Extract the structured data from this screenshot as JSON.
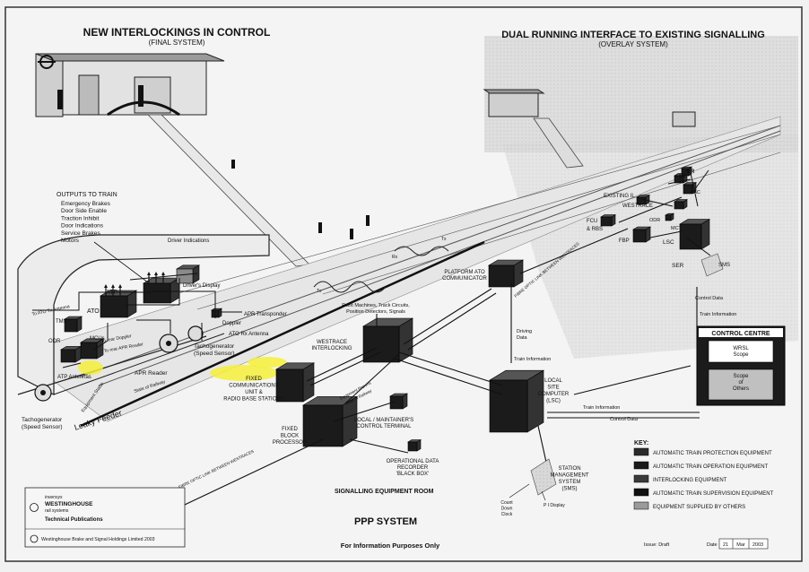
{
  "titles": {
    "left": "NEW INTERLOCKINGS IN CONTROL",
    "left_sub": "(FINAL SYSTEM)",
    "right": "DUAL RUNNING INTERFACE TO EXISTING SIGNALLING",
    "right_sub": "(OVERLAY SYSTEM)",
    "ppp": "PPP SYSTEM",
    "info": "For Information Purposes Only",
    "room": "SIGNALLING EQUIPMENT ROOM"
  },
  "outputs": {
    "title": "OUTPUTS TO TRAIN",
    "items": [
      "Emergency Brakes",
      "Door Side Enable",
      "Traction Inhibit",
      "Door Indications",
      "Service Brakes",
      "Motors"
    ]
  },
  "train_labels": {
    "driver_indications": "Driver Indications",
    "drivers_display": "Driver's Display",
    "ato_tx": "To ATO Tx Antenna",
    "atp": "ATP",
    "ato": "ATO",
    "tms": "TMS",
    "odr": "ODR",
    "to_rear_doppler": "To rear Doppler",
    "to_rear_apr": "To rear APR Reader",
    "doppler": "Doppler",
    "apr_transponder": "APR Transponder",
    "ato_rx": "ATO Rx Antenna",
    "tacho_right": "Tachogenerator",
    "speed_right": "(Speed Sensor)",
    "mcus": "MCUs",
    "atp_antennas": "ATP Antennas",
    "apr_reader": "APR Reader",
    "state_of_railway": "State of Railway",
    "equipment_status": "Equipment Status",
    "tacho_left": "Tachogenerator",
    "speed_left": "(Speed Sensor)",
    "leaky_feeder": "Leaky Feeder",
    "tx": "Tx",
    "rx": "Rx"
  },
  "equipment": {
    "fixed_comms": [
      "FIXED",
      "COMMUNICATIONS",
      "UNIT &",
      "RADIO BASE STATIONS"
    ],
    "fixed_block": [
      "FIXED",
      "BLOCK",
      "PROCESSOR"
    ],
    "westrace_il": [
      "WESTRACE",
      "INTERLOCKING"
    ],
    "point_machines": [
      "Point Machines, Track Circuits,",
      "Position Detectors, Signals"
    ],
    "platform_ato": [
      "PLATFORM ATO",
      "COMMUNICATOR"
    ],
    "local_maint": [
      "LOCAL / MAINTAINER'S",
      "CONTROL TERMINAL"
    ],
    "odr_black_box": [
      "OPERATIONAL DATA",
      "RECORDER",
      "'BLACK BOX'"
    ],
    "lsc": [
      "LOCAL",
      "SITE",
      "COMPUTER",
      "(LSC)"
    ],
    "sms": [
      "STATION",
      "MANAGEMENT",
      "SYSTEM",
      "(SMS)"
    ],
    "countdown": [
      "Count",
      "Down",
      "Clock"
    ],
    "pi_display": "P I Display",
    "driving_data": [
      "Driving",
      "Data"
    ],
    "train_info": "Train Information",
    "control_data": "Control Data",
    "fibre_link": "FIBRE OPTIC LINK BETWEEN WESTRACES",
    "equipment_reports": "Equipment Reports",
    "state_railway_2": "State of Railway"
  },
  "overlay": {
    "existing_il": "EXISTING IL",
    "westrace": "WESTRACE",
    "fcu": "FCU",
    "rbs": "& RBS",
    "fbp": "FBP",
    "odr": "ODR",
    "mct": "MCT",
    "pac": "PAC",
    "s2": "S2",
    "mr": "MR",
    "lsc": "LSC",
    "ser": "SER",
    "sms": "SMS",
    "control_data": "Control Data",
    "train_info": "Train Information"
  },
  "control_centre": {
    "title": "CONTROL CENTRE",
    "wrsl": [
      "WRSL",
      "Scope"
    ],
    "others": [
      "Scope",
      "of",
      "Others"
    ]
  },
  "key": {
    "title": "KEY:",
    "items": [
      {
        "label": "AUTOMATIC TRAIN PROTECTION EQUIPMENT",
        "color": "#2a2a2a"
      },
      {
        "label": "AUTOMATIC TRAIN OPERATION EQUIPMENT",
        "color": "#1a1a1a"
      },
      {
        "label": "INTERLOCKING EQUIPMENT",
        "color": "#3a3a3a"
      },
      {
        "label": "AUTOMATIC TRAIN SUPERVISION EQUIPMENT",
        "color": "#111111"
      },
      {
        "label": "EQUIPMENT SUPPLIED BY OTHERS",
        "color": "#9a9a9a"
      }
    ]
  },
  "footer": {
    "invensys": "invensys",
    "westinghouse": "WESTINGHOUSE",
    "rail": "rail systems",
    "tech": "Technical Publications",
    "copyright": "Westinghouse Brake and Signal Holdings Limited 2003",
    "issue": "Issue: Draft",
    "date_label": "Date",
    "day": "21",
    "month": "Mar",
    "year": "2003"
  },
  "colors": {
    "highlight": "#f4ef3a",
    "equipment_dark": "#1b1b1b",
    "others_grey": "#a8a8a8"
  }
}
